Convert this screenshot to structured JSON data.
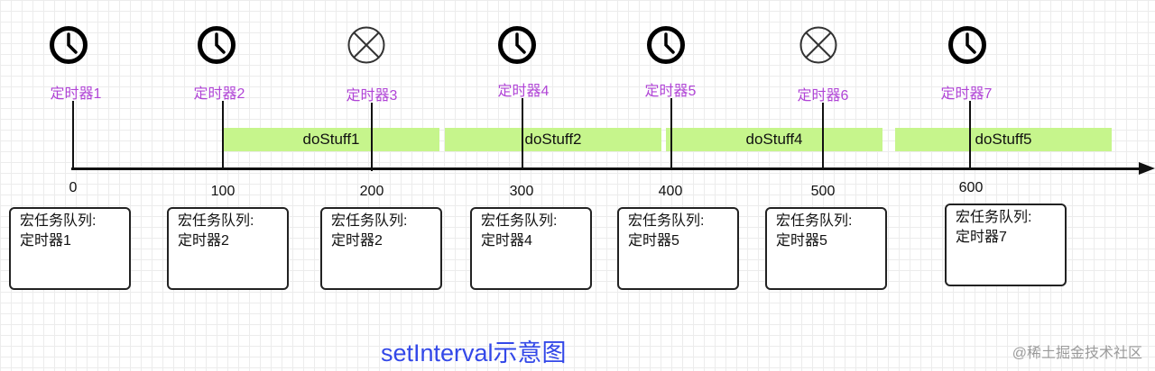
{
  "timers": [
    {
      "label": "定时器1",
      "status": "executed"
    },
    {
      "label": "定时器2",
      "status": "executed"
    },
    {
      "label": "定时器3",
      "status": "skipped"
    },
    {
      "label": "定时器4",
      "status": "executed"
    },
    {
      "label": "定时器5",
      "status": "executed"
    },
    {
      "label": "定时器6",
      "status": "skipped"
    },
    {
      "label": "定时器7",
      "status": "executed"
    }
  ],
  "tasks": [
    "doStuff1",
    "doStuff2",
    "doStuff4",
    "doStuff5"
  ],
  "ticks": [
    "0",
    "100",
    "200",
    "300",
    "400",
    "500",
    "600"
  ],
  "queues": [
    {
      "title": "宏任务队列:",
      "item": "定时器1"
    },
    {
      "title": "宏任务队列:",
      "item": "定时器2"
    },
    {
      "title": "宏任务队列:",
      "item": "定时器2"
    },
    {
      "title": "宏任务队列:",
      "item": "定时器4"
    },
    {
      "title": "宏任务队列:",
      "item": "定时器5"
    },
    {
      "title": "宏任务队列:",
      "item": "定时器5"
    },
    {
      "title": "宏任务队列:",
      "item": "定时器7"
    }
  ],
  "caption": "setInterval示意图",
  "watermark": "@稀土掘金技术社区",
  "colors": {
    "timer_label": "#b044d6",
    "task_bar": "#c6f58c",
    "caption": "#3348e8",
    "watermark": "#9a9a9a"
  }
}
